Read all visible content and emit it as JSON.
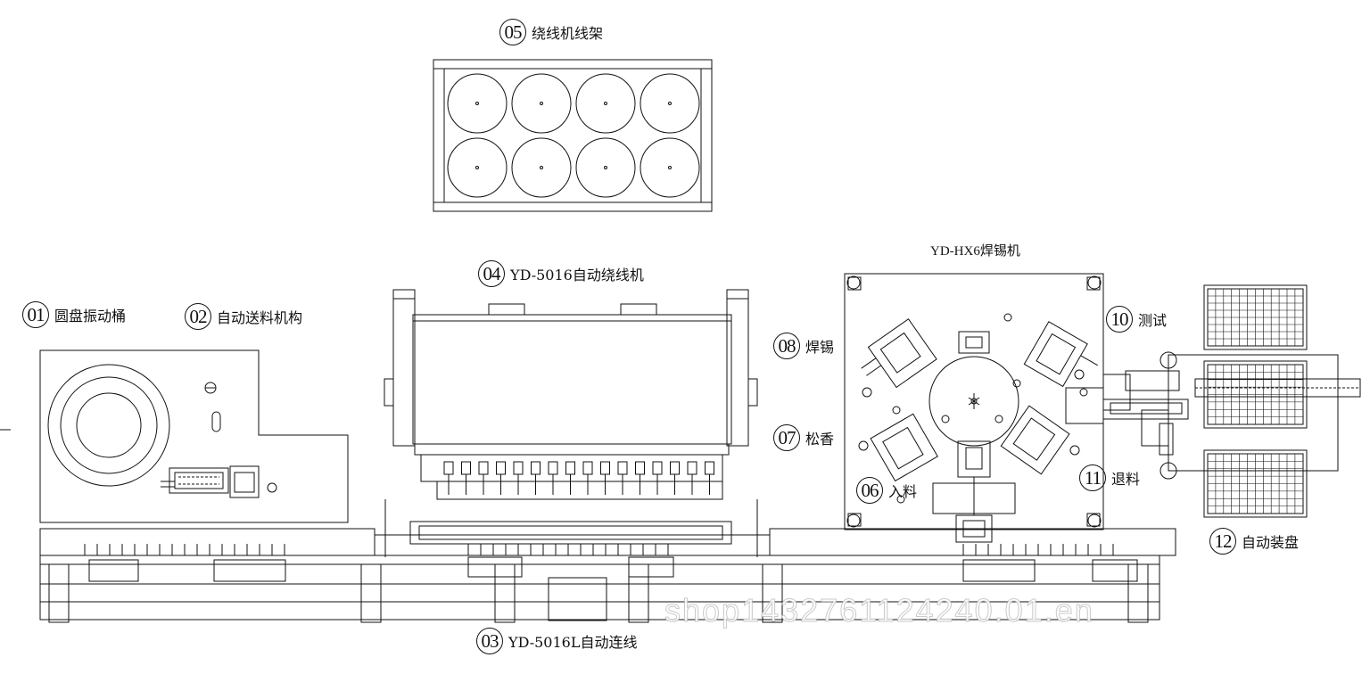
{
  "labels": [
    {
      "id": "l05",
      "num": "05",
      "text": "绕线机线架"
    },
    {
      "id": "l04",
      "num": "04",
      "text": "YD-5016自动绕线机"
    },
    {
      "id": "l01",
      "num": "01",
      "text": "圆盘振动桶"
    },
    {
      "id": "l02",
      "num": "02",
      "text": "自动送料机构"
    },
    {
      "id": "l08",
      "num": "08",
      "text": "焊锡"
    },
    {
      "id": "l07",
      "num": "07",
      "text": "松香"
    },
    {
      "id": "l06",
      "num": "06",
      "text": "入料"
    },
    {
      "id": "l10",
      "num": "10",
      "text": "测试"
    },
    {
      "id": "l11",
      "num": "11",
      "text": "退料"
    },
    {
      "id": "l12",
      "num": "12",
      "text": "自动装盘"
    },
    {
      "id": "l03",
      "num": "03",
      "text": "YD-5016L自动连线"
    }
  ],
  "machine_title": "YD-HX6焊锡机",
  "watermark": "shop1432761124240.01.en",
  "colors": {
    "line": "#111111",
    "fill": "#ffffff"
  }
}
